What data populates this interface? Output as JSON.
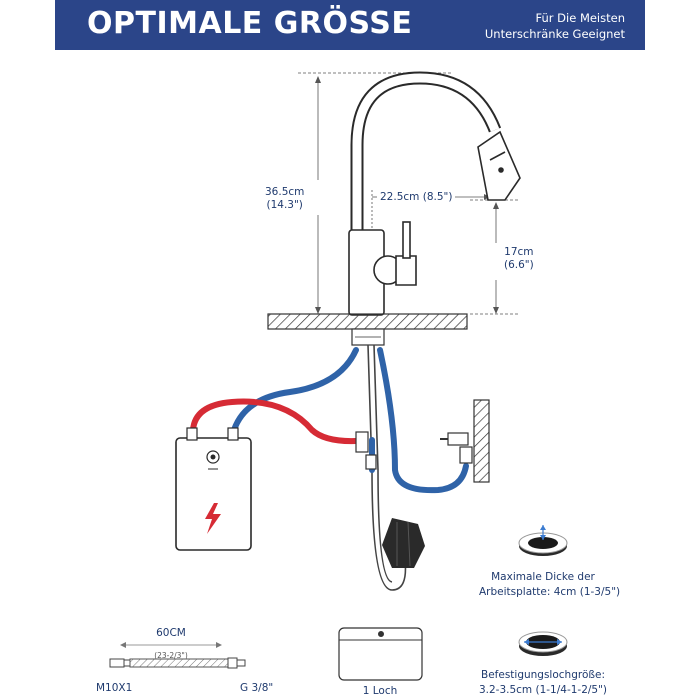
{
  "header": {
    "title": "OPTIMALE GRÖSSE",
    "subtitle_line1": "Für Die Meisten",
    "subtitle_line2": "Unterschränke Geeignet"
  },
  "dimensions": {
    "height_cm": "36.5cm",
    "height_in": "(14.3\")",
    "reach": "22.5cm (8.5\")",
    "spout_cm": "17cm",
    "spout_in": "(6.6\")"
  },
  "hose": {
    "length_cm": "60CM",
    "length_in": "(23-2/3\")",
    "left_thread": "M10X1",
    "right_thread": "G 3/8\""
  },
  "sink": {
    "label": "1 Loch"
  },
  "thickness": {
    "line1": "Maximale Dicke der",
    "line2": "Arbeitsplatte: 4cm (1-3/5\")"
  },
  "hole": {
    "line1": "Befestigungslochgröße:",
    "line2": "3.2-3.5cm (1-1/4-1-2/5\")"
  },
  "colors": {
    "banner": "#2b4589",
    "hot_hose": "#d62b35",
    "cold_hose": "#2f63a8",
    "bolt": "#d62b35"
  }
}
